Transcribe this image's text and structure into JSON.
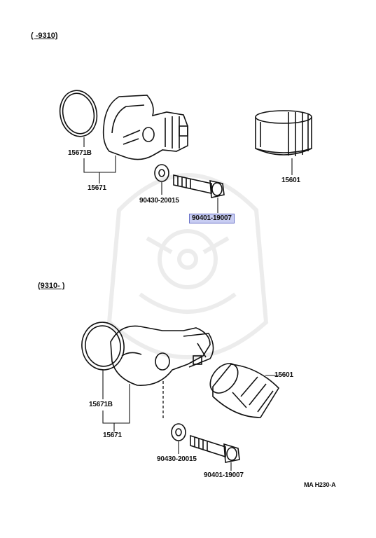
{
  "sections": {
    "top": "(      -9310)",
    "bottom": "(9310-      )"
  },
  "labels": {
    "top_15671B": "15671B",
    "top_15671": "15671",
    "top_15601": "15601",
    "top_90430": "90430-20015",
    "top_90401": "90401-19007",
    "bot_15601": "15601",
    "bot_15671B": "15671B",
    "bot_15671": "15671",
    "bot_90430": "90430-20015",
    "bot_90401": "90401-19007"
  },
  "diagram_code": "MA  H230-A",
  "highlight_color": "#c8cdf2"
}
